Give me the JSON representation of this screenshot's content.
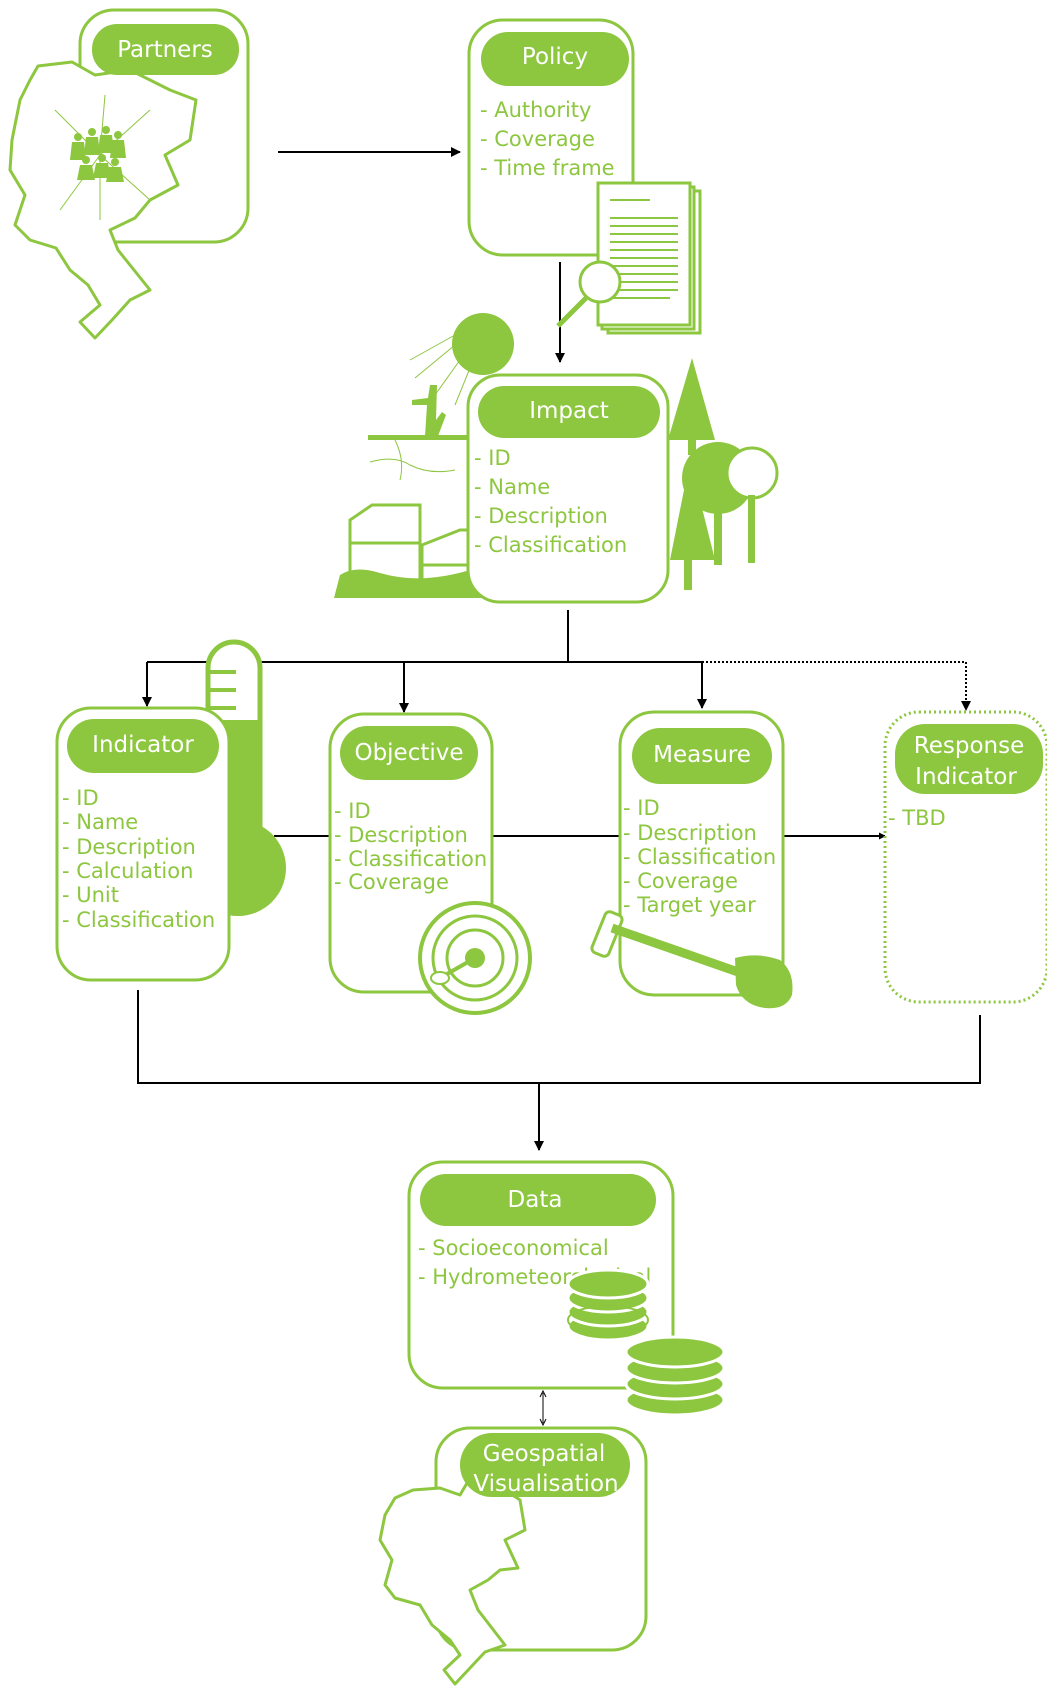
{
  "colors": {
    "green": "#8dc63f",
    "green_fill": "#8dc63f",
    "line": "#000000",
    "pill_text": "#ffffff",
    "bg": "#ffffff"
  },
  "partners": {
    "title": "Partners"
  },
  "policy": {
    "title": "Policy",
    "items": [
      "- Authority",
      "- Coverage",
      "- Time frame"
    ]
  },
  "impact": {
    "title": "Impact",
    "items": [
      "- ID",
      "- Name",
      "- Description",
      "- Classification"
    ]
  },
  "indicator": {
    "title": "Indicator",
    "items": [
      "- ID",
      "- Name",
      "- Description",
      "- Calculation",
      "- Unit",
      "- Classification"
    ]
  },
  "objective": {
    "title": "Objective",
    "items": [
      "- ID",
      "- Description",
      "- Classification",
      "- Coverage"
    ]
  },
  "measure": {
    "title": "Measure",
    "items": [
      "- ID",
      "- Description",
      "- Classification",
      "- Coverage",
      "- Target year"
    ]
  },
  "response_indicator": {
    "title_line1": "Response",
    "title_line2": "Indicator",
    "items": [
      "- TBD"
    ]
  },
  "data_box": {
    "title": "Data",
    "items": [
      "- Socioeconomical",
      "- Hydrometeorological"
    ]
  },
  "geospatial": {
    "title_line1": "Geospatial",
    "title_line2": "Visualisation"
  },
  "icons": {
    "partners": "region-map-people-icon",
    "policy": "document-magnifier-icon",
    "impact": "landscape-trees-icon",
    "indicator": "thermometer-icon",
    "objective": "target-icon",
    "measure": "shovel-icon",
    "data": "database-stack-icon",
    "geospatial": "region-map-icon"
  }
}
